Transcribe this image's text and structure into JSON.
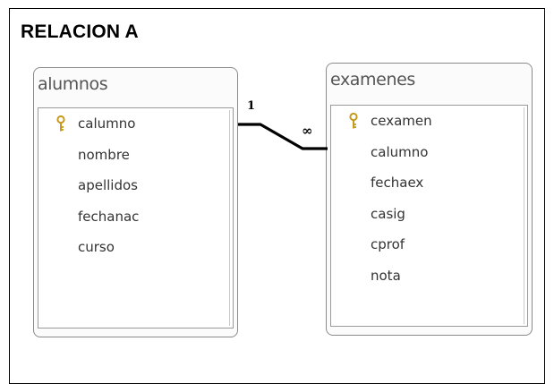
{
  "heading": "RELACION A",
  "tables": [
    {
      "name": "alumnos",
      "fields": [
        {
          "label": "calumno",
          "primary_key": true
        },
        {
          "label": "nombre",
          "primary_key": false
        },
        {
          "label": "apellidos",
          "primary_key": false
        },
        {
          "label": "fechanac",
          "primary_key": false
        },
        {
          "label": "curso",
          "primary_key": false
        }
      ]
    },
    {
      "name": "examenes",
      "fields": [
        {
          "label": "cexamen",
          "primary_key": true
        },
        {
          "label": "calumno",
          "primary_key": false
        },
        {
          "label": "fechaex",
          "primary_key": false
        },
        {
          "label": "casig",
          "primary_key": false
        },
        {
          "label": "cprof",
          "primary_key": false
        },
        {
          "label": "nota",
          "primary_key": false
        }
      ]
    }
  ],
  "relationship": {
    "from_table": "alumnos",
    "to_table": "examenes",
    "from_cardinality": "1",
    "to_cardinality": "∞"
  },
  "icons": {
    "primary_key": "key-icon"
  },
  "colors": {
    "key_gold": "#c79a1e",
    "line": "#000000"
  }
}
